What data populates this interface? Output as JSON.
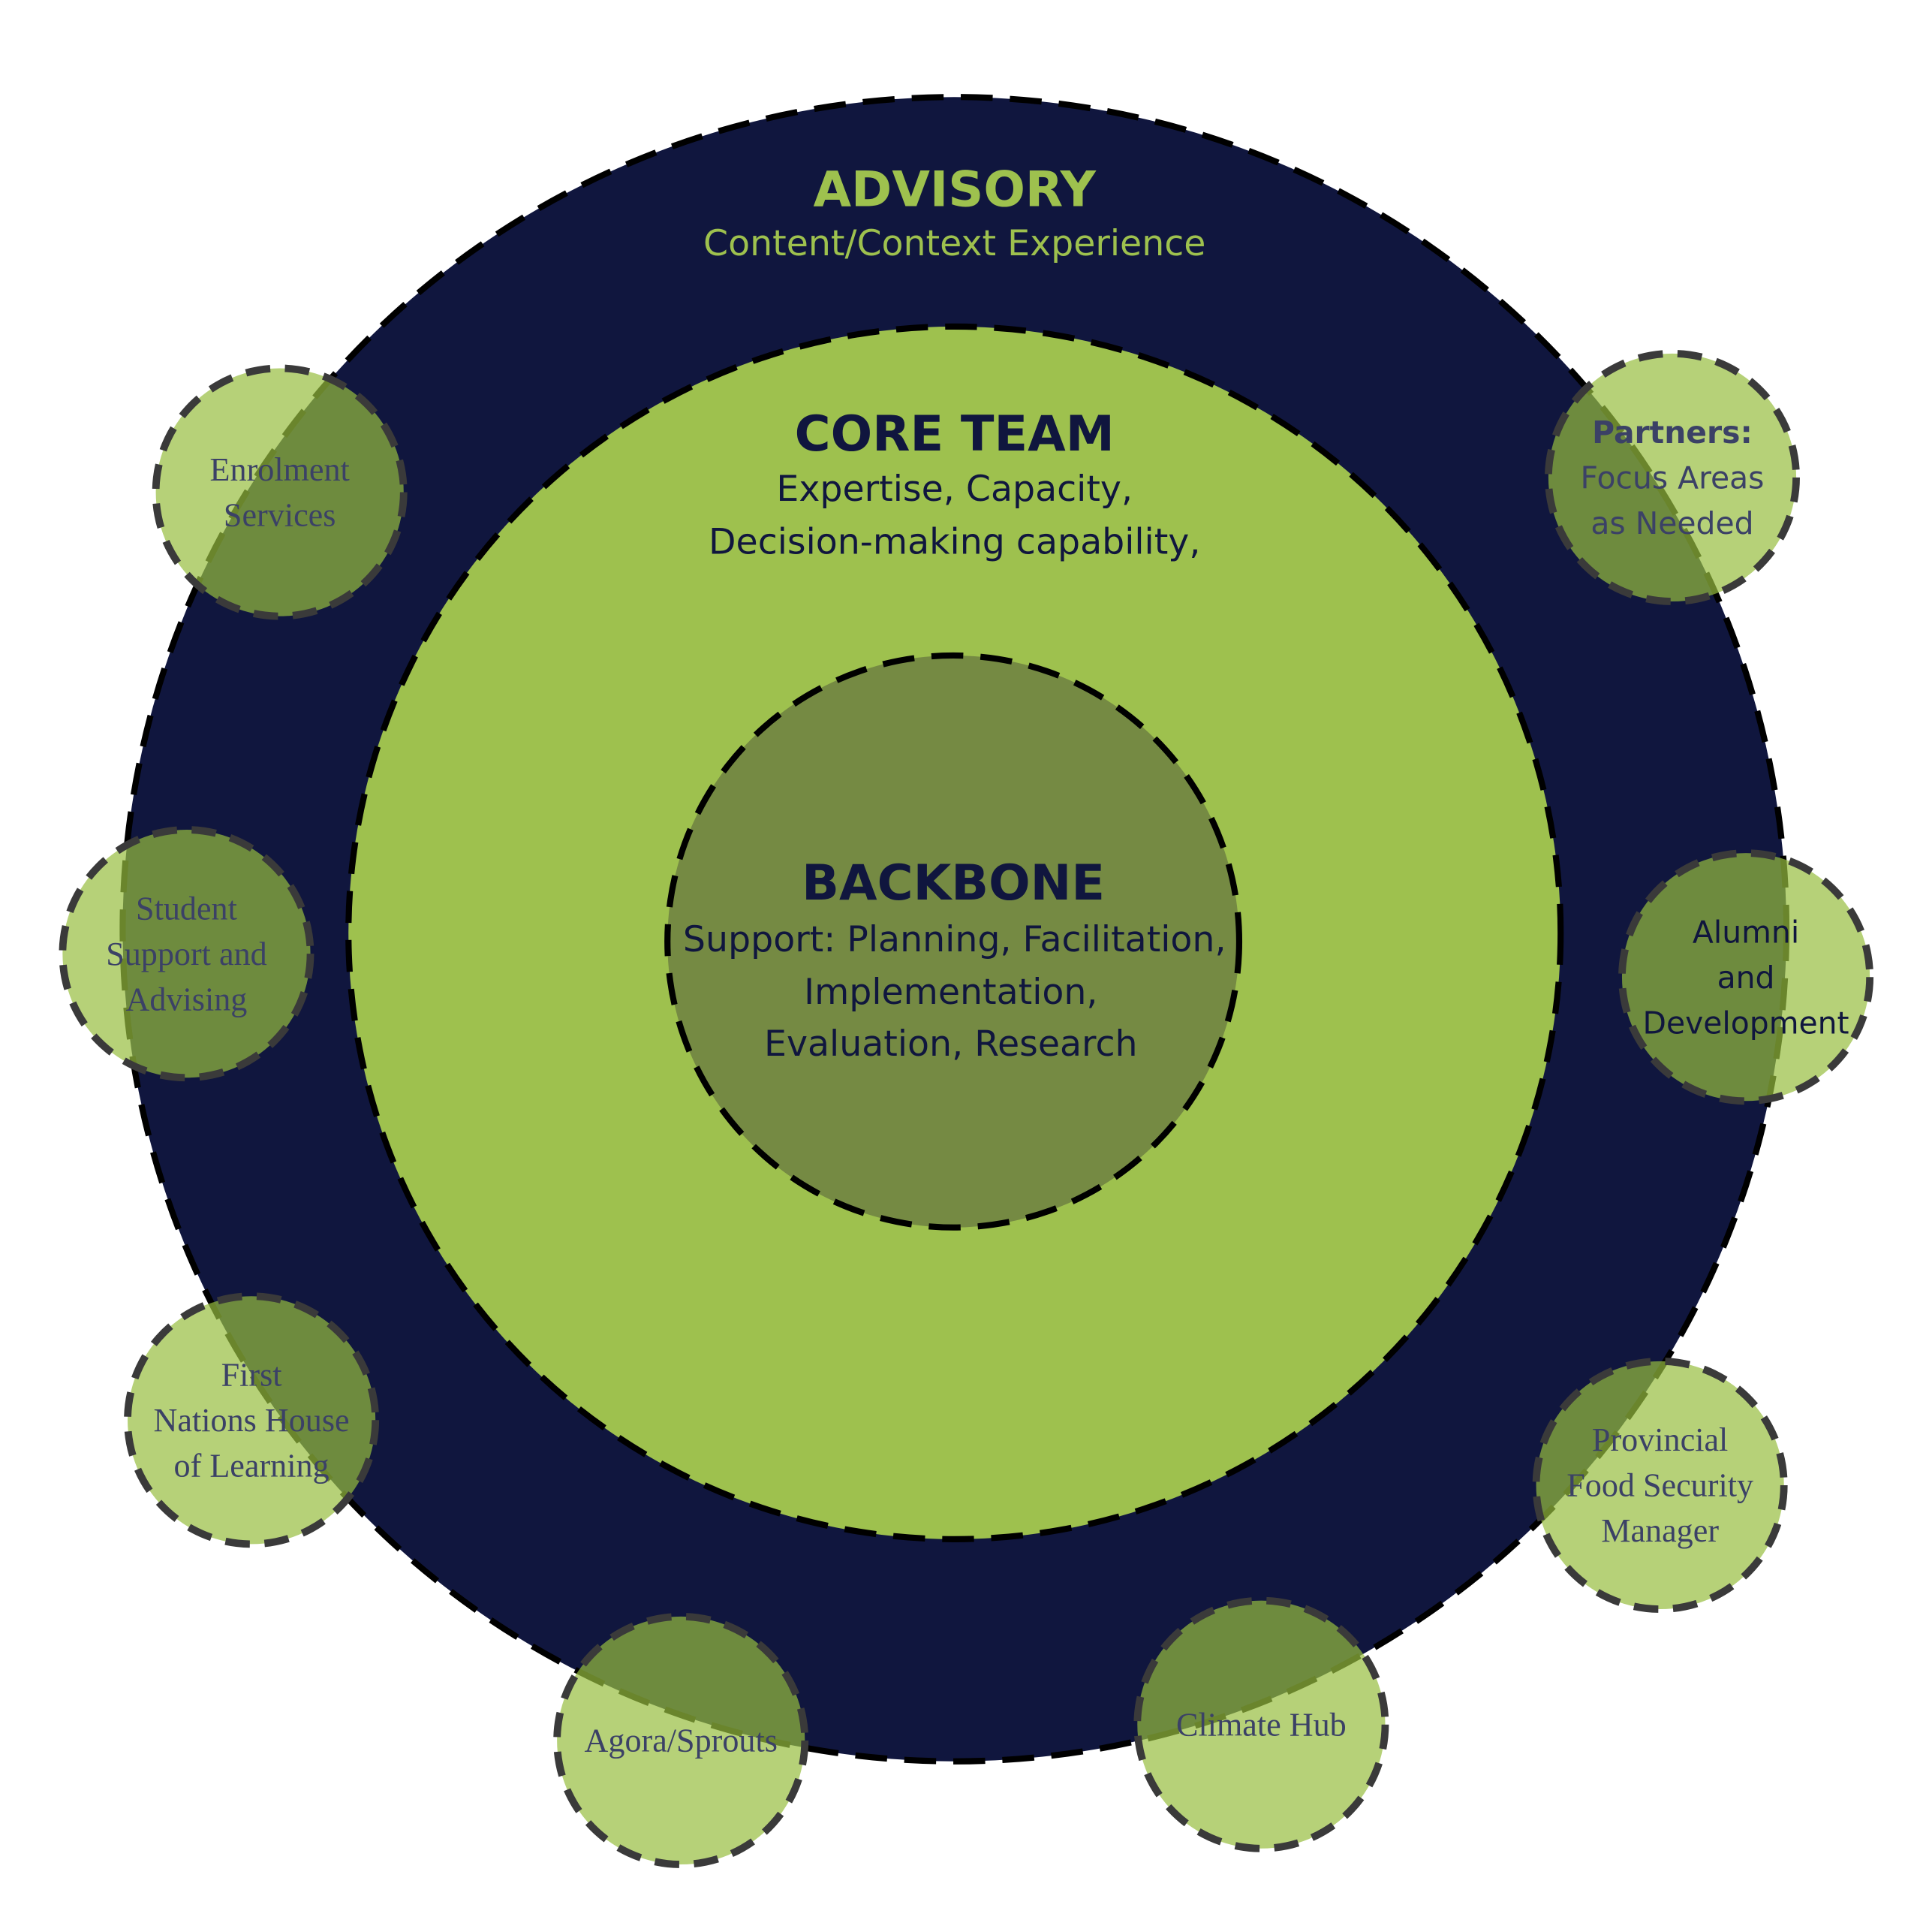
{
  "colors": {
    "advisory": "#10163e",
    "core": "#9ec14e",
    "backbone": "#758a43",
    "accent_text": "#9ec14e",
    "dark_text": "#10163e",
    "partner_fill": "#97bd3f",
    "dash": "#000000"
  },
  "advisory": {
    "title": "ADVISORY",
    "subtitle": "Content/Context Experience"
  },
  "core": {
    "title": "CORE TEAM",
    "line1": "Expertise, Capacity,",
    "line2": "Decision-making capability,"
  },
  "backbone": {
    "title": "BACKBONE",
    "line1": "Support: Planning, Facilitation,",
    "line2": "Implementation,",
    "line3": "Evaluation, Research"
  },
  "partners": [
    {
      "lines": [
        "Enrolment",
        "Services"
      ]
    },
    {
      "lines": [
        "Student",
        "Support and",
        "Advising"
      ]
    },
    {
      "lines": [
        "First",
        "Nations House",
        "of Learning"
      ]
    },
    {
      "lines": [
        "Agora/Sprouts"
      ]
    },
    {
      "lines": [
        "Climate Hub"
      ]
    },
    {
      "lines": [
        "Provincial",
        "Food Security",
        "Manager"
      ]
    },
    {
      "lines": [
        "Alumni",
        "and",
        "Development"
      ]
    },
    {
      "title": "Partners:",
      "lines": [
        "Focus Areas",
        "as Needed"
      ]
    }
  ]
}
